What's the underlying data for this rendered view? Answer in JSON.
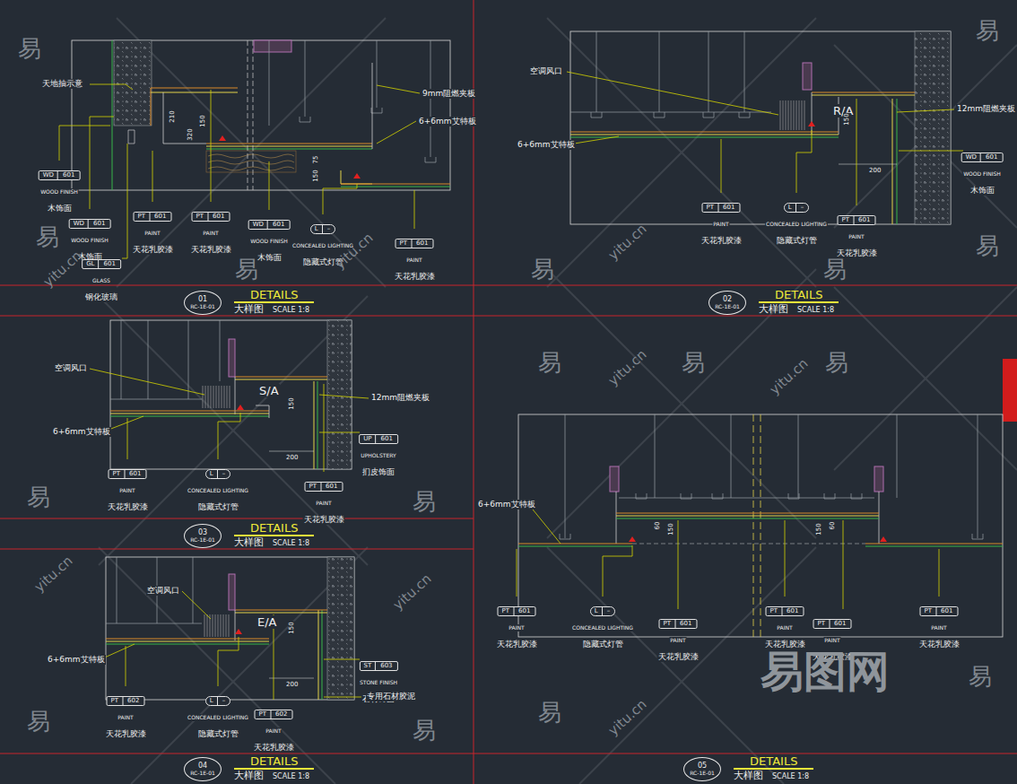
{
  "diagram": {
    "nodes": [
      {
        "text": [
          "WD",
          "601",
          "WOOD FINISH",
          "木饰面"
        ]
      },
      {
        "text": [
          "WD",
          "601",
          "WOOD FINISH",
          "木饰面"
        ]
      },
      {
        "text": [
          "GL",
          "601",
          "GLASS",
          "钢化玻璃"
        ]
      },
      {
        "text": [
          "PT",
          "601",
          "PAINT",
          "天花乳胶漆"
        ]
      },
      {
        "text": [
          "PT",
          "601",
          "PAINT",
          "天花乳胶漆"
        ]
      },
      {
        "text": [
          "WD",
          "601",
          "WOOD FINISH",
          "木饰面"
        ]
      },
      {
        "text": [
          "L",
          "–",
          "CONCEALED LIGHTING",
          "隐藏式灯管"
        ]
      },
      {
        "text": [
          "PT",
          "601",
          "PAINT",
          "天花乳胶漆"
        ]
      },
      {
        "text": [
          "01",
          "RC-1E-01",
          "DETAILS",
          "大样图",
          "SCALE 1:8"
        ]
      },
      {
        "text": [
          "PT",
          "601",
          "PAINT",
          "天花乳胶漆"
        ]
      },
      {
        "text": [
          "L",
          "–",
          "CONCEALED LIGHTING",
          "隐藏式灯管"
        ]
      },
      {
        "text": [
          "PT",
          "601",
          "PAINT",
          "天花乳胶漆"
        ]
      },
      {
        "text": [
          "WD",
          "601",
          "WOOD FINISH",
          "木饰面"
        ]
      },
      {
        "text": [
          "02",
          "RC-1E-01",
          "DETAILS",
          "大样图",
          "SCALE 1:8"
        ]
      },
      {
        "text": [
          "PT",
          "601",
          "PAINT",
          "天花乳胶漆"
        ]
      },
      {
        "text": [
          "L",
          "–",
          "CONCEALED LIGHTING",
          "隐藏式灯管"
        ]
      },
      {
        "text": [
          "UP",
          "601",
          "UPHOLSTERY",
          "扪皮饰面"
        ]
      },
      {
        "text": [
          "PT",
          "601",
          "PAINT",
          "天花乳胶漆"
        ]
      },
      {
        "text": [
          "03",
          "RC-1E-01",
          "DETAILS",
          "大样图",
          "SCALE 1:8"
        ]
      },
      {
        "text": [
          "PT",
          "602",
          "PAINT",
          "天花乳胶漆"
        ]
      },
      {
        "text": [
          "L",
          "–",
          "CONCEALED LIGHTING",
          "隐藏式灯管"
        ]
      },
      {
        "text": [
          "ST",
          "603",
          "STONE FINISH",
          "石材饰面"
        ]
      },
      {
        "text": [
          "PT",
          "602",
          "PAINT",
          "天花乳胶漆"
        ]
      },
      {
        "text": [
          "04",
          "RC-1E-01",
          "DETAILS",
          "大样图",
          "SCALE 1:8"
        ]
      },
      {
        "text": [
          "PT",
          "601",
          "PAINT",
          "天花乳胶漆"
        ]
      },
      {
        "text": [
          "L",
          "–",
          "CONCEALED LIGHTING",
          "隐藏式灯管"
        ]
      },
      {
        "text": [
          "PT",
          "601",
          "PAINT",
          "天花乳胶漆"
        ]
      },
      {
        "text": [
          "PT",
          "601",
          "PAINT",
          "天花乳胶漆"
        ]
      },
      {
        "text": [
          "PT",
          "601",
          "PAINT",
          "天花乳胶漆"
        ]
      },
      {
        "text": [
          "PT",
          "601",
          "PAINT",
          "天花乳胶漆"
        ]
      },
      {
        "text": [
          "05",
          "RC-1E-01",
          "DETAILS",
          "大样图",
          "SCALE 1:8"
        ]
      }
    ],
    "labels": [
      "天地抽示意",
      "9mm阻燃夹板",
      "6+6mm艾特板",
      "210",
      "320",
      "150",
      "75",
      "150",
      "空调风口",
      "6+6mm艾特板",
      "R/A",
      "12mm阻燃夹板",
      "150",
      "200",
      "空调风口",
      "6+6mm艾特板",
      "S/A",
      "12mm阻燃夹板",
      "150",
      "200",
      "空调风口",
      "6+6mm艾特板",
      "E/A",
      "150",
      "200",
      "专用石材胶泥",
      "6+6mm艾特板",
      "60",
      "150",
      "150",
      "60",
      "易",
      "易",
      "易",
      "易",
      "易",
      "易",
      "易",
      "易",
      "易",
      "易",
      "易",
      "易",
      "易",
      "易",
      "易",
      "易",
      "yitu.cn",
      "yitu.cn",
      "yitu.cn",
      "yitu.cn",
      "yitu.cn",
      "yitu.cn",
      "yitu.cn",
      "yitu.cn",
      "易图网"
    ]
  }
}
